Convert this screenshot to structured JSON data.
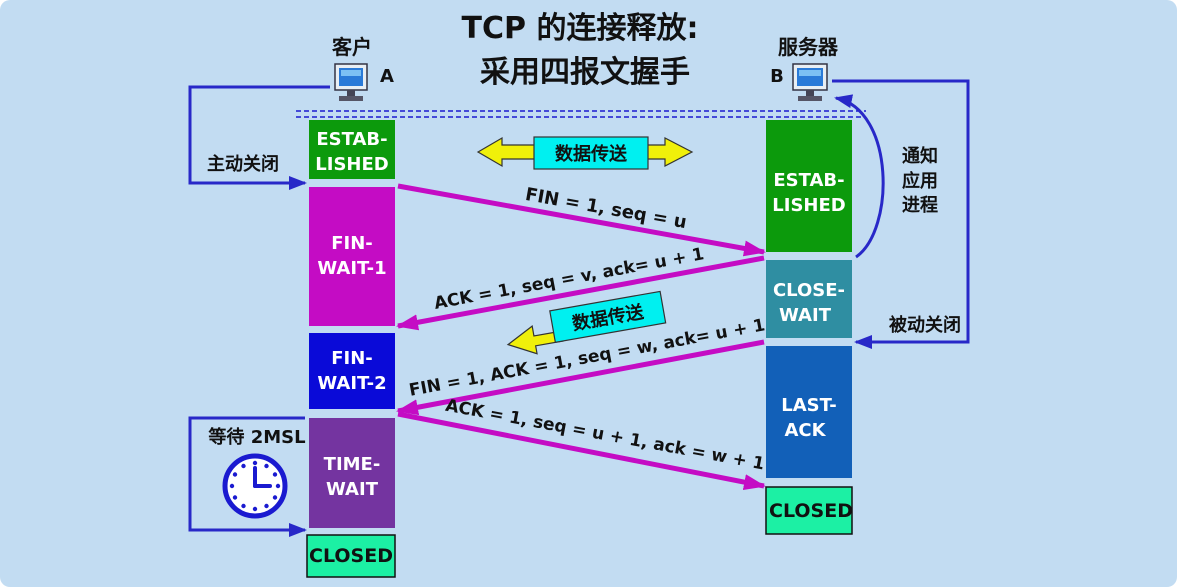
{
  "title": {
    "line1": "TCP 的连接释放:",
    "line2": "采用四报文握手"
  },
  "client": {
    "name": "客户",
    "letter": "A"
  },
  "server": {
    "name": "服务器",
    "letter": "B"
  },
  "labels": {
    "active_close": "主动关闭",
    "passive_close": "被动关闭",
    "notify": [
      "通知",
      "应用",
      "进程"
    ],
    "wait_2msl": "等待 2MSL",
    "data_transfer": "数据传送"
  },
  "client_states": [
    {
      "lines": [
        "ESTAB-",
        "LISHED"
      ],
      "color": "#0c9a0c"
    },
    {
      "lines": [
        "FIN-",
        "WAIT-1"
      ],
      "color": "#c40cc4"
    },
    {
      "lines": [
        "FIN-",
        "WAIT-2"
      ],
      "color": "#0a0ad8"
    },
    {
      "lines": [
        "TIME-",
        "WAIT"
      ],
      "color": "#7434a0"
    },
    {
      "lines": [
        "CLOSED"
      ],
      "color": "#1cf0a4"
    }
  ],
  "server_states": [
    {
      "lines": [
        "ESTAB-",
        "LISHED"
      ],
      "color": "#0c9a0c"
    },
    {
      "lines": [
        "CLOSE-",
        "WAIT"
      ],
      "color": "#2f8ea2"
    },
    {
      "lines": [
        "LAST-",
        "ACK"
      ],
      "color": "#1260b8"
    },
    {
      "lines": [
        "CLOSED"
      ],
      "color": "#1cf0a4"
    }
  ],
  "messages": [
    {
      "text": "FIN = 1, seq = u",
      "direction": "client-to-server"
    },
    {
      "text": "ACK = 1, seq = v, ack= u + 1",
      "direction": "server-to-client"
    },
    {
      "text": "FIN = 1, ACK = 1, seq = w, ack= u + 1",
      "direction": "server-to-client"
    },
    {
      "text": "ACK = 1, seq = u + 1, ack = w + 1",
      "direction": "client-to-server"
    }
  ],
  "colors": {
    "background": "#c2dcf2",
    "message_arrow": "#c40cc4",
    "flow_arrow": "#2828c8",
    "data_arrow_fill": "#f0f00a",
    "data_label_fill": "#00f0f0"
  }
}
